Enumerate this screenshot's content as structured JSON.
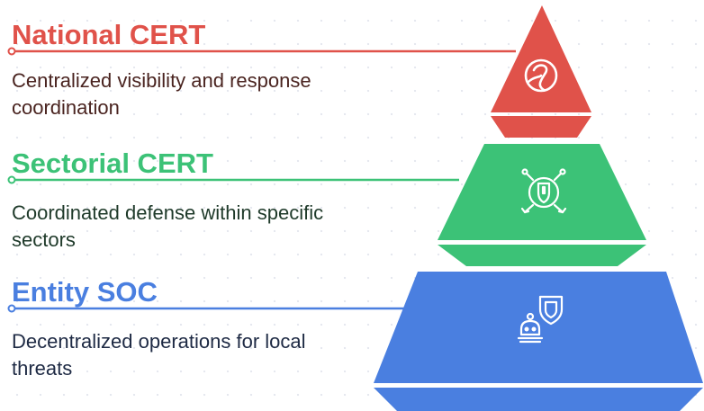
{
  "colors": {
    "national": "#e0524a",
    "national_shade": "#c8423b",
    "sectorial": "#3cc277",
    "sectorial_shade": "#2ea862",
    "entity": "#4a7fe0",
    "entity_shade": "#3a6bc8",
    "desc_national": "#4a2420",
    "desc_sectorial": "#1f3a2a",
    "desc_entity": "#1e2a44"
  },
  "tiers": [
    {
      "title": "National CERT",
      "description": "Centralized visibility and response coordination",
      "icon": "swirl-icon"
    },
    {
      "title": "Sectorial CERT",
      "description": "Coordinated defense within specific sectors",
      "icon": "network-shield-icon"
    },
    {
      "title": "Entity SOC",
      "description": "Decentralized operations for local threats",
      "icon": "bot-shield-icon"
    }
  ]
}
